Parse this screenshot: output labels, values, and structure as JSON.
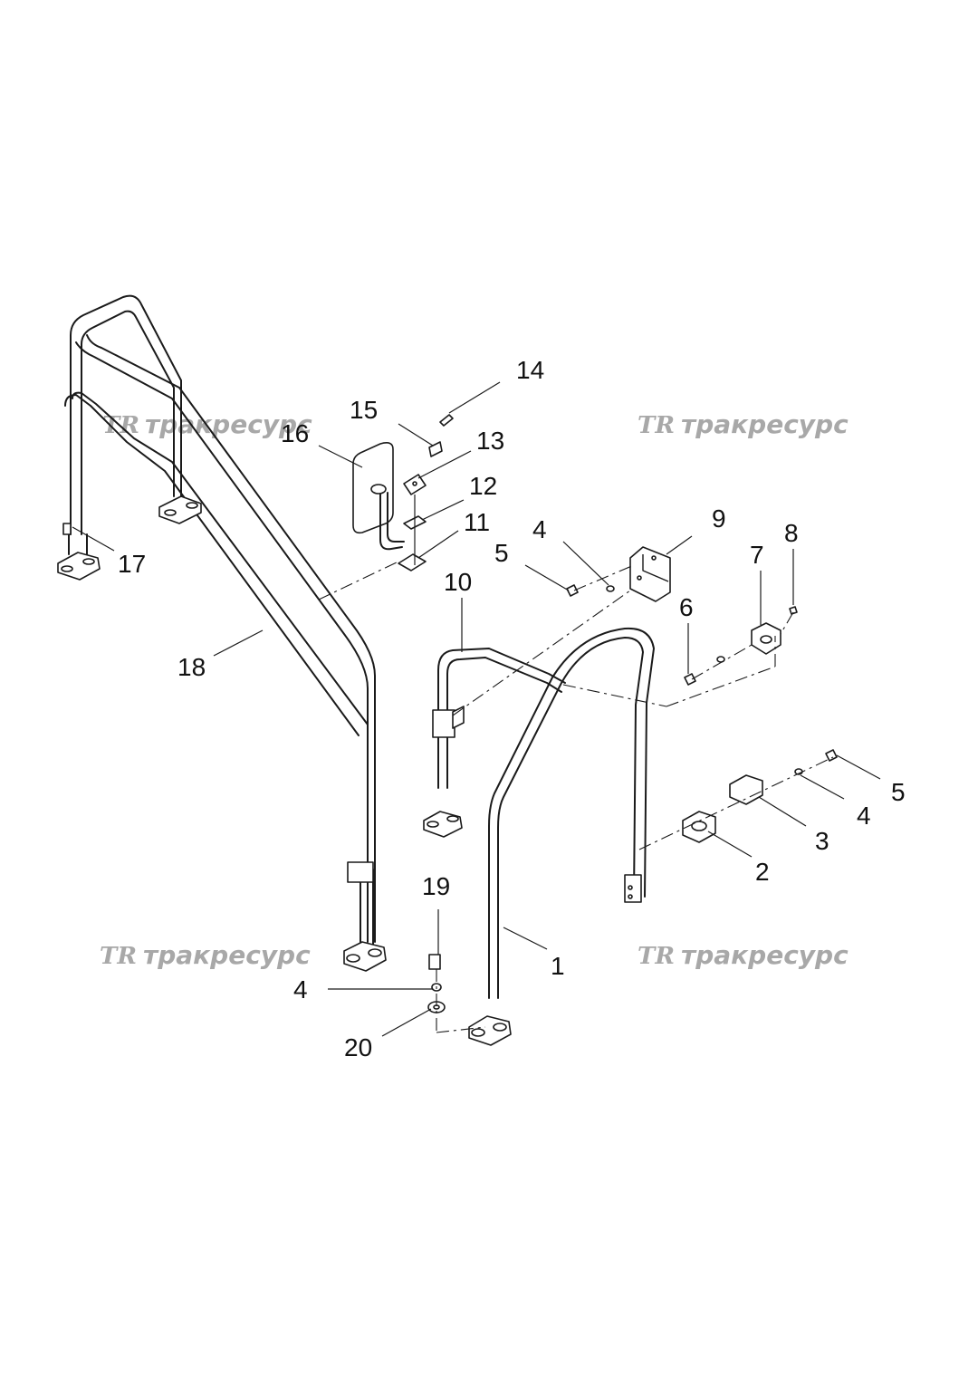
{
  "watermark": {
    "logo": "TR",
    "text": "тракресурс",
    "color": "#a8a8a8"
  },
  "callouts": {
    "p1": "1",
    "p2": "2",
    "p3": "3",
    "p4a": "4",
    "p4b": "4",
    "p4c": "4",
    "p5a": "5",
    "p5b": "5",
    "p6": "6",
    "p7": "7",
    "p8": "8",
    "p9": "9",
    "p10": "10",
    "p11": "11",
    "p12": "12",
    "p13": "13",
    "p14": "14",
    "p15": "15",
    "p16": "16",
    "p17": "17",
    "p18": "18",
    "p19": "19",
    "p20": "20"
  }
}
